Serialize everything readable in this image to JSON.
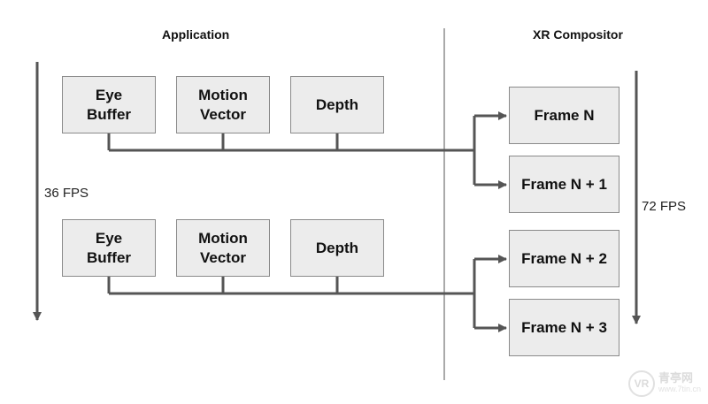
{
  "headers": {
    "application": "Application",
    "compositor": "XR Compositor"
  },
  "groups": [
    {
      "eye_buffer": "Eye\nBuffer",
      "motion_vector": "Motion\nVector",
      "depth": "Depth"
    },
    {
      "eye_buffer": "Eye\nBuffer",
      "motion_vector": "Motion\nVector",
      "depth": "Depth"
    }
  ],
  "frames": [
    "Frame N",
    "Frame N + 1",
    "Frame N + 2",
    "Frame N + 3"
  ],
  "app_rate": "36 FPS",
  "compositor_rate": "72 FPS",
  "watermark": {
    "logo": "VR",
    "name": "青亭网",
    "url": "www.7tin.cn"
  },
  "colors": {
    "box_fill": "#ececec",
    "box_border": "#8a8a8a",
    "line": "#555555"
  }
}
